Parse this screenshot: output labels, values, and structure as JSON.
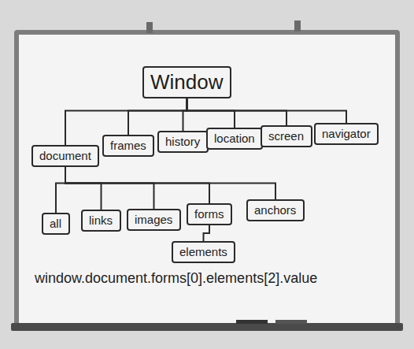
{
  "diagram": {
    "nodes": [
      {
        "text": [
          "Window"
        ]
      },
      {
        "text": [
          "document"
        ]
      },
      {
        "text": [
          "frames"
        ]
      },
      {
        "text": [
          "history"
        ]
      },
      {
        "text": [
          "location"
        ]
      },
      {
        "text": [
          "screen"
        ]
      },
      {
        "text": [
          "navigator"
        ]
      },
      {
        "text": [
          "all"
        ]
      },
      {
        "text": [
          "links"
        ]
      },
      {
        "text": [
          "images"
        ]
      },
      {
        "text": [
          "forms"
        ]
      },
      {
        "text": [
          "anchors"
        ]
      },
      {
        "text": [
          "elements"
        ]
      }
    ],
    "edges": [
      {
        "from": 0,
        "to": 1,
        "arrow": "none"
      },
      {
        "from": 0,
        "to": 2,
        "arrow": "none"
      },
      {
        "from": 0,
        "to": 3,
        "arrow": "none"
      },
      {
        "from": 0,
        "to": 4,
        "arrow": "none"
      },
      {
        "from": 0,
        "to": 5,
        "arrow": "none"
      },
      {
        "from": 0,
        "to": 6,
        "arrow": "none"
      },
      {
        "from": 1,
        "to": 7,
        "arrow": "none"
      },
      {
        "from": 1,
        "to": 8,
        "arrow": "none"
      },
      {
        "from": 1,
        "to": 9,
        "arrow": "none"
      },
      {
        "from": 1,
        "to": 10,
        "arrow": "none"
      },
      {
        "from": 1,
        "to": 11,
        "arrow": "none"
      },
      {
        "from": 10,
        "to": 12,
        "arrow": "none"
      }
    ],
    "labels": [
      "window.document.forms[0].elements[2].value"
    ]
  }
}
